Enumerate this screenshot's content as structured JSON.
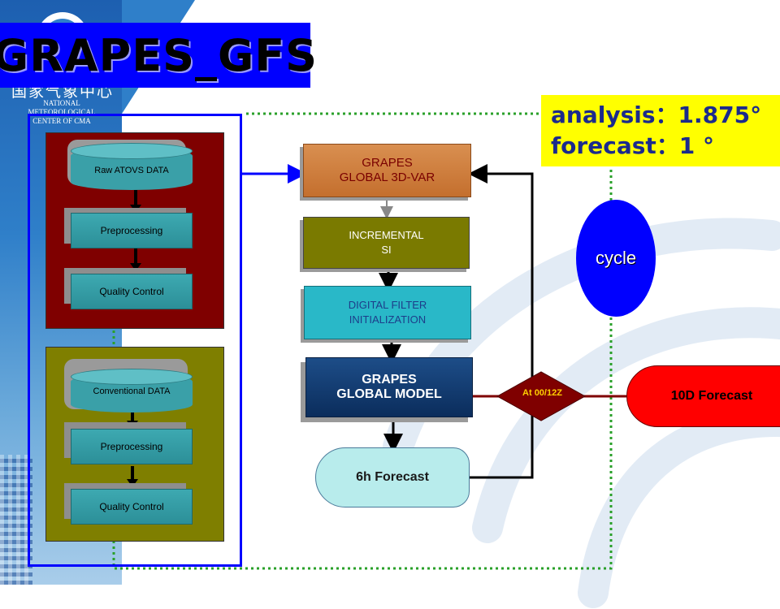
{
  "header": {
    "title": "GRAPES_GFS",
    "logo": {
      "emblem_icon": "cma-emblem-icon",
      "name_cn": "国家气象中心",
      "name_en_line1": "NATIONAL METEOROLOGICAL",
      "name_en_line2": "CENTER OF CMA"
    }
  },
  "resolution": {
    "analysis": "analysis：1.875°",
    "forecast": "forecast：1 °"
  },
  "data_panels": {
    "atovs": {
      "source": "Raw ATOVS DATA",
      "preprocessing": "Preprocessing",
      "quality_control": "Quality Control"
    },
    "conventional": {
      "source": "Conventional DATA",
      "preprocessing": "Preprocessing",
      "quality_control": "Quality Control"
    }
  },
  "pipeline": {
    "assimilation_line1": "GRAPES",
    "assimilation_line2": "GLOBAL 3D-VAR",
    "incremental_line1": "INCREMENTAL",
    "incremental_line2": "SI",
    "filter_line1": "DIGITAL FILTER",
    "filter_line2": "INITIALIZATION",
    "model_line1": "GRAPES",
    "model_line2": "GLOBAL MODEL",
    "short_forecast": "6h Forecast"
  },
  "cycle": {
    "label": "cycle",
    "trigger": "At 00/12Z",
    "long_forecast": "10D Forecast"
  },
  "colors": {
    "title_bg": "#0000ff",
    "note_bg": "#ffff00",
    "note_text": "#1b2a8c",
    "atovs_panel": "#7f0000",
    "conv_panel": "#7f7f00",
    "cycle": "#0000ff",
    "long_forecast": "#ff0000",
    "trigger_diamond": "#7f0000",
    "dotted_loop": "#2aa02a"
  }
}
